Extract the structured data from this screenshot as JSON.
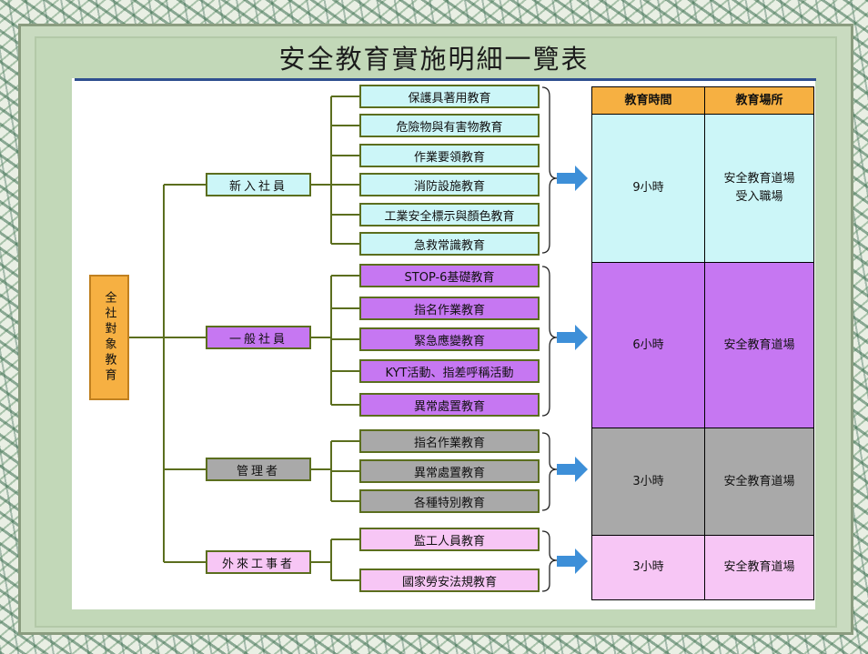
{
  "title": "安全教育實施明細一覽表",
  "root": "全社對象教育",
  "groups": [
    {
      "label": "新入社員",
      "items": [
        "保護具著用教育",
        "危險物與有害物教育",
        "作業要領教育",
        "消防設施教育",
        "工業安全標示與顏色教育",
        "急救常識教育"
      ],
      "time": "9小時",
      "place": "安全教育道場\n受入職場"
    },
    {
      "label": "一般社員",
      "items": [
        "STOP-6基礎教育",
        "指名作業教育",
        "緊急應變教育",
        "KYT活動、指差呼稱活動",
        "異常處置教育"
      ],
      "time": "6小時",
      "place": "安全教育道場"
    },
    {
      "label": "管理者",
      "items": [
        "指名作業教育",
        "異常處置教育",
        "各種特別教育"
      ],
      "time": "3小時",
      "place": "安全教育道場"
    },
    {
      "label": "外來工事者",
      "items": [
        "監工人員教育",
        "國家勞安法規教育"
      ],
      "time": "3小時",
      "place": "安全教育道場"
    }
  ],
  "table_headers": {
    "time": "教育時間",
    "place": "教育場所"
  },
  "colors": {
    "new": "#ccf6f8",
    "general": "#c677f2",
    "manager": "#a9a9a9",
    "external": "#f7c6f5",
    "header": "#f6b042",
    "root": "#f6b042",
    "arrow": "#3d8fd8",
    "line": "#5b6e1e"
  },
  "icons": {
    "arrow": "right-arrow-icon"
  }
}
